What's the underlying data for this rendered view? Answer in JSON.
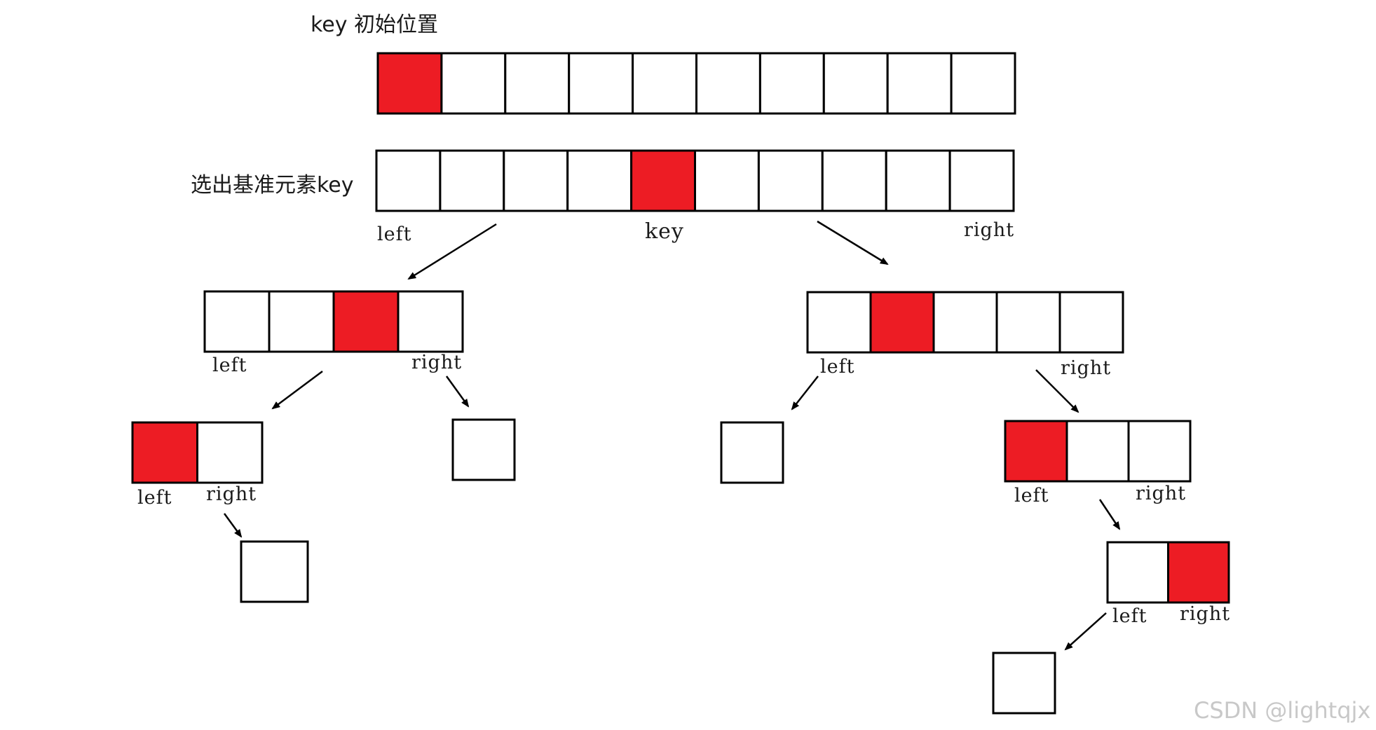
{
  "title": "key 初始位置",
  "row_label": "选出基准元素key",
  "labels": {
    "left": "left",
    "right": "right",
    "key": "key"
  },
  "colors": {
    "highlight": "#ed1c24",
    "border": "#000000"
  },
  "arrays": [
    {
      "name": "initial-array",
      "cells": 10,
      "highlight": [
        0
      ]
    },
    {
      "name": "pivot-array",
      "cells": 10,
      "highlight": [
        4
      ]
    },
    {
      "name": "left-subarray",
      "cells": 4,
      "highlight": [
        2
      ]
    },
    {
      "name": "right-subarray",
      "cells": 5,
      "highlight": [
        1
      ]
    },
    {
      "name": "left-left-subarray",
      "cells": 2,
      "highlight": [
        0
      ]
    },
    {
      "name": "left-right-single",
      "cells": 1,
      "highlight": []
    },
    {
      "name": "left-left-right-single",
      "cells": 1,
      "highlight": []
    },
    {
      "name": "right-left-single",
      "cells": 1,
      "highlight": []
    },
    {
      "name": "right-right-subarray",
      "cells": 3,
      "highlight": [
        0
      ]
    },
    {
      "name": "right-right-right-subarray",
      "cells": 2,
      "highlight": [
        1
      ]
    },
    {
      "name": "deepest-single",
      "cells": 1,
      "highlight": []
    }
  ],
  "watermark": "CSDN @lightqjx"
}
